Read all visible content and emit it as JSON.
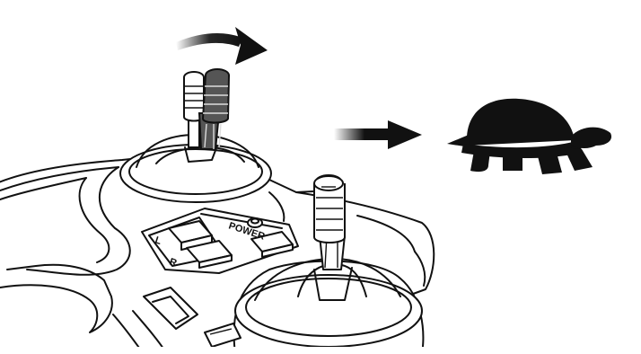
{
  "panel": {
    "power_label": "POWER",
    "left_button_label": "L",
    "right_button_label": "R"
  },
  "icons": {
    "rotation_arrow": "curved-arrow-icon",
    "direction_arrow": "right-arrow-icon",
    "slow_mode": "turtle-icon"
  },
  "colors": {
    "ink": "#111111",
    "stick_shaded": "#555555",
    "background": "#ffffff"
  }
}
